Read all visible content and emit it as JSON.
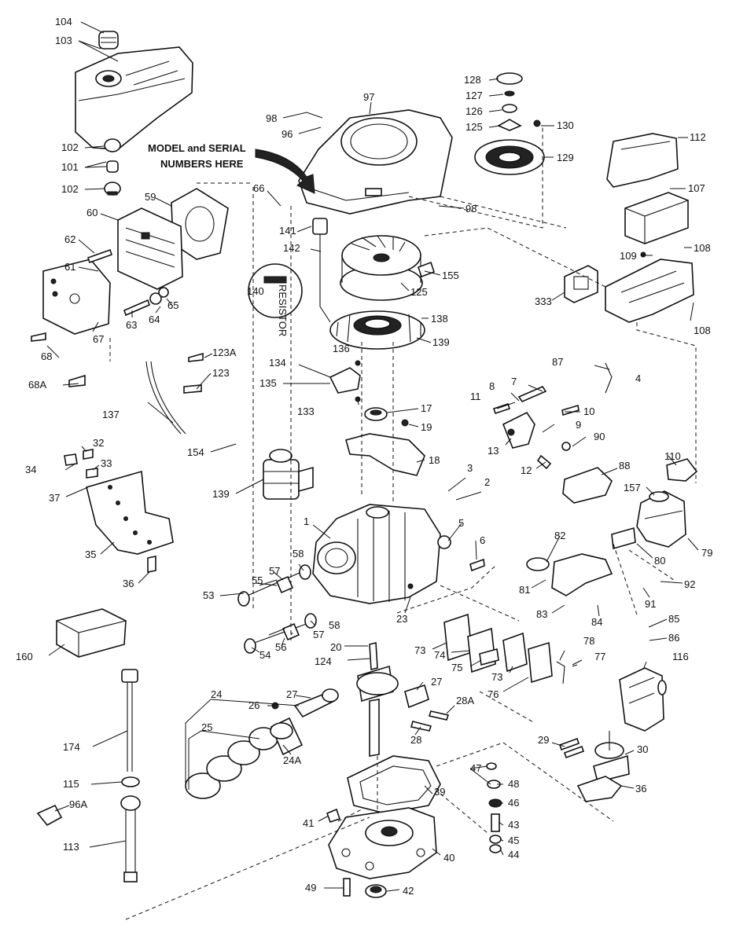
{
  "note": {
    "line1": "MODEL and SERIAL",
    "line2": "NUMBERS HERE"
  },
  "labels": {
    "p104": "104",
    "p103": "103",
    "p102a": "102",
    "p101": "101",
    "p102b": "102",
    "p97": "97",
    "p98a": "98",
    "p96": "96",
    "p98b": "98",
    "p66": "66",
    "p128": "128",
    "p127": "127",
    "p126": "126",
    "p125a": "125",
    "p130": "130",
    "p129": "129",
    "p112": "112",
    "p107": "107",
    "p109": "109",
    "p108a": "108",
    "p108b": "108",
    "p333": "333",
    "p59": "59",
    "p60": "60",
    "p62": "62",
    "p61": "61",
    "p65": "65",
    "p64": "64",
    "p63": "63",
    "p67": "67",
    "p68": "68",
    "p68A": "68A",
    "p141": "141",
    "p142": "142",
    "p140": "140",
    "p155": "155",
    "p125b": "125",
    "p138": "138",
    "p139a": "139",
    "p123A": "123A",
    "p123": "123",
    "p136": "136",
    "p134": "134",
    "p135": "135",
    "p133": "133",
    "p137": "137",
    "p87": "87",
    "p4": "4",
    "p8": "8",
    "p7": "7",
    "p11": "11",
    "p10": "10",
    "p9": "9",
    "p13": "13",
    "p12": "12",
    "p90": "90",
    "p17": "17",
    "p19": "19",
    "p18": "18",
    "p3": "3",
    "p2": "2",
    "p34": "34",
    "p32": "32",
    "p33": "33",
    "p37": "37",
    "p35": "35",
    "p36": "36",
    "p154": "154",
    "p139b": "139",
    "p110": "110",
    "p88": "88",
    "p157": "157",
    "p1": "1",
    "p5": "5",
    "p6": "6",
    "p80": "80",
    "p79": "79",
    "p82": "82",
    "p81": "81",
    "p92": "92",
    "p91": "91",
    "p83": "83",
    "p84": "84",
    "p85": "85",
    "p86": "86",
    "p53": "53",
    "p55": "55",
    "p57a": "57",
    "p58a": "58",
    "p58b": "58",
    "p57b": "57",
    "p56": "56",
    "p54": "54",
    "p23": "23",
    "p160": "160",
    "p20": "20",
    "p124": "124",
    "p73a": "73",
    "p74": "74",
    "p75": "75",
    "p73b": "73",
    "p76": "76",
    "p78": "78",
    "p77": "77",
    "p116": "116",
    "p24": "24",
    "p26": "26",
    "p25": "25",
    "p27a": "27",
    "p27b": "27",
    "p28A": "28A",
    "p28": "28",
    "p24A": "24A",
    "p174": "174",
    "p115": "115",
    "p96A": "96A",
    "p113": "113",
    "p29": "29",
    "p30": "30",
    "p36b": "36",
    "p39": "39",
    "p47": "47",
    "p48a": "48",
    "p46": "46",
    "p43": "43",
    "p45": "45",
    "p44": "44",
    "p41": "41",
    "p40": "40",
    "p49": "49",
    "p42": "42"
  }
}
